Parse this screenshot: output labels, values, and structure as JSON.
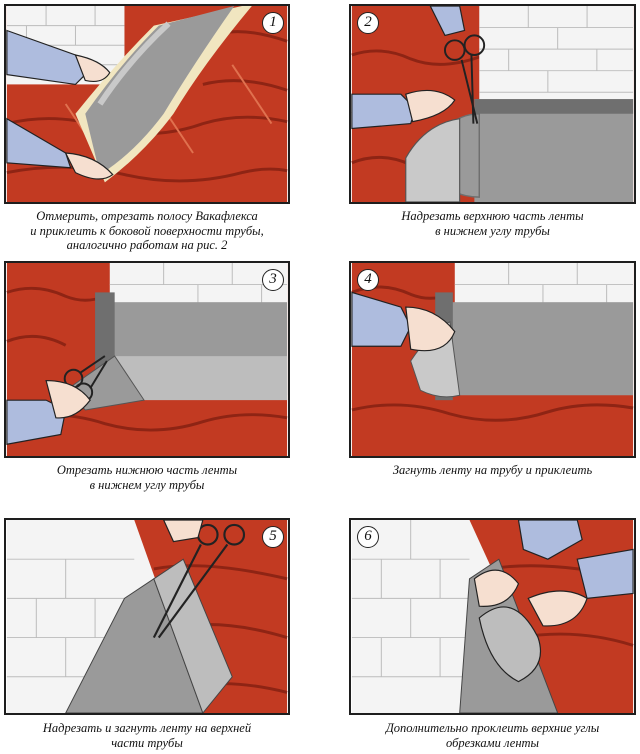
{
  "colors": {
    "tile": "#c23a22",
    "tile_shadow": "#8e2414",
    "tile_highlight": "#e0714f",
    "tape": "#9a9a9a",
    "tape_dark": "#6f6f6f",
    "tape_light": "#c9c9c9",
    "sleeve": "#aebcde",
    "skin": "#f6dfd0",
    "brick": "#f4f4f4",
    "cream": "#f1e6c0"
  },
  "panels": [
    {
      "number": "1",
      "caption": [
        "Отмерить, отрезать полосу Вакафлекса",
        "и приклеить к боковой поверхности трубы,",
        "аналогично работам на рис. 2"
      ]
    },
    {
      "number": "2",
      "caption": [
        "Надрезать верхнюю часть ленты",
        "в нижнем углу трубы"
      ]
    },
    {
      "number": "3",
      "caption": [
        "Отрезать нижнюю часть ленты",
        "в нижнем углу трубы"
      ]
    },
    {
      "number": "4",
      "caption": [
        "Загнуть ленту на трубу и приклеить"
      ]
    },
    {
      "number": "5",
      "caption": [
        "Надрезать и загнуть ленту на верхней",
        "части трубы"
      ]
    },
    {
      "number": "6",
      "caption": [
        "Дополнительно проклеить верхние углы",
        "обрезками ленты"
      ]
    }
  ]
}
